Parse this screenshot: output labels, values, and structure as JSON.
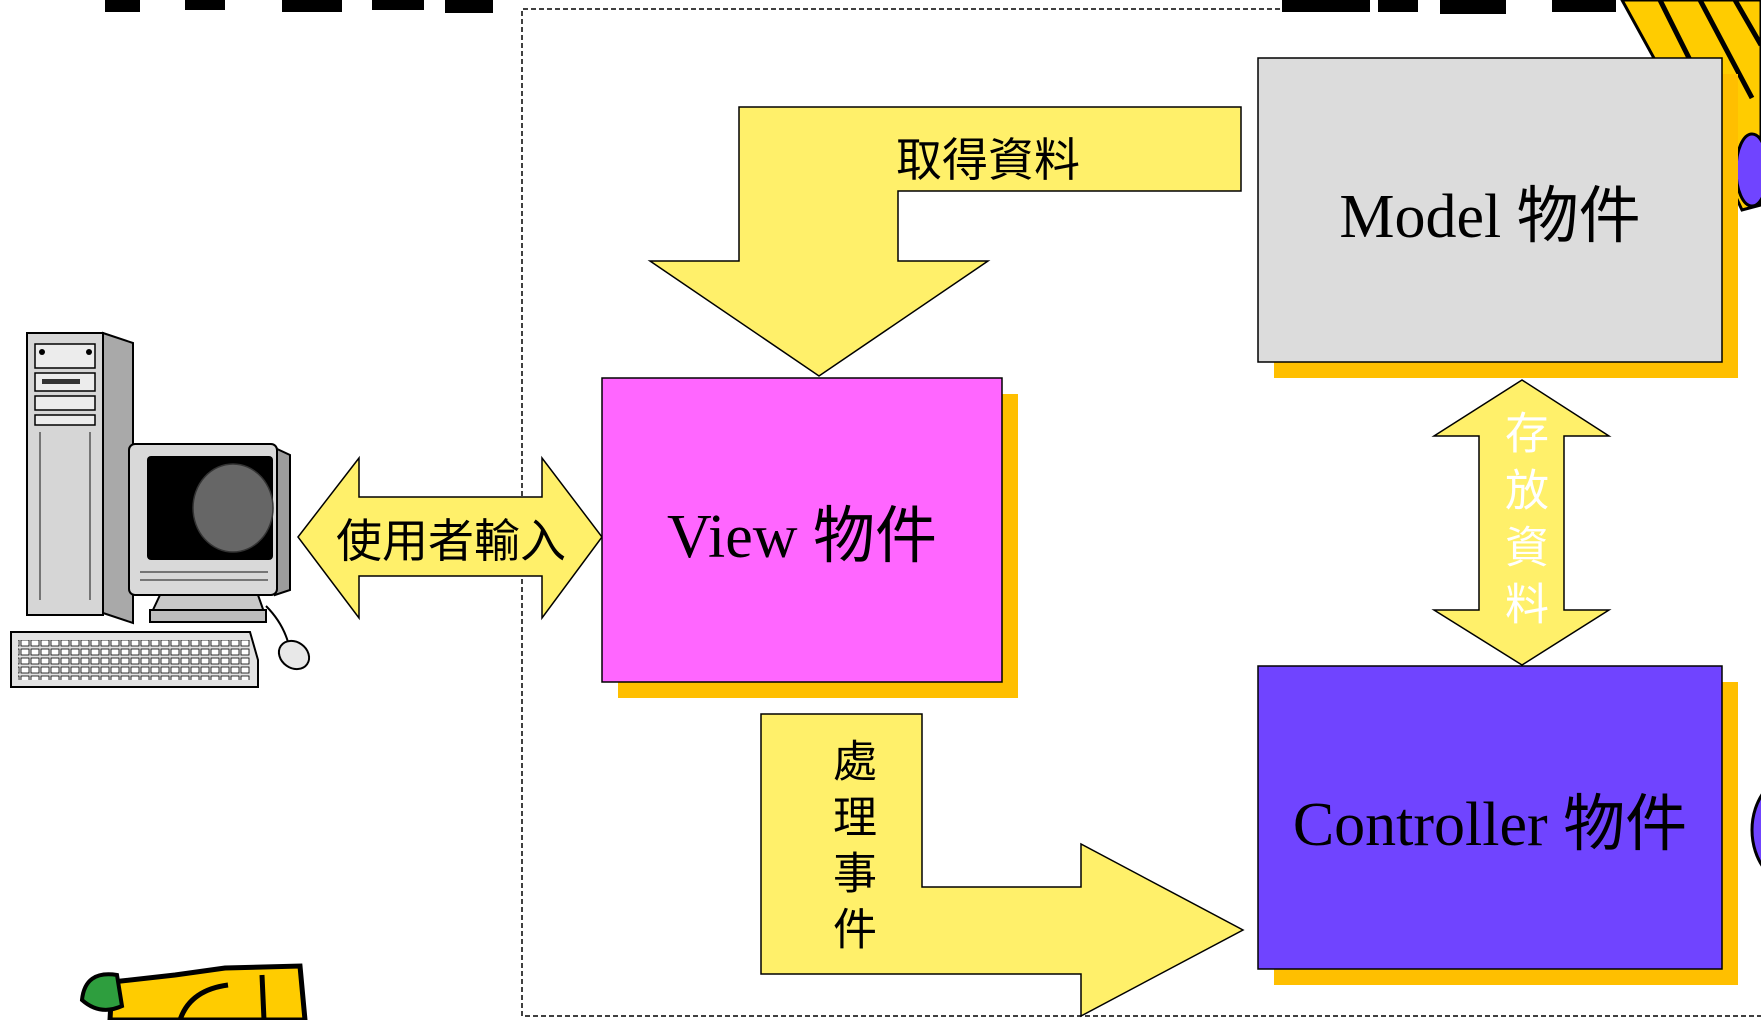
{
  "diagram": {
    "nodes": {
      "model": {
        "label": "Model 物件",
        "color": "#dcdcdc"
      },
      "view": {
        "label": "View 物件",
        "color": "#ff66ff"
      },
      "controller": {
        "label": "Controller 物件",
        "color": "#7044ff"
      },
      "user": {
        "icon": "computer-icon"
      }
    },
    "edges": {
      "model_to_view": {
        "label": "取得資料",
        "bidirectional": false
      },
      "view_to_controller": {
        "label": "處理事件",
        "bidirectional": false
      },
      "model_controller": {
        "label": "存放資料",
        "bidirectional": true
      },
      "user_view": {
        "label": "使用者輸入",
        "bidirectional": true
      }
    }
  },
  "colors": {
    "arrow_fill": "#fff06a",
    "box_shadow": "#ffbf00",
    "outline": "#000000",
    "clipart_yellow": "#ffcc00",
    "clipart_green": "#2e9e3e",
    "clipart_purple": "#7044ff"
  },
  "icons": {
    "user_terminal": "computer-icon",
    "top_right": "pencil-clipart-icon",
    "bottom_left": "clipart-icon"
  }
}
